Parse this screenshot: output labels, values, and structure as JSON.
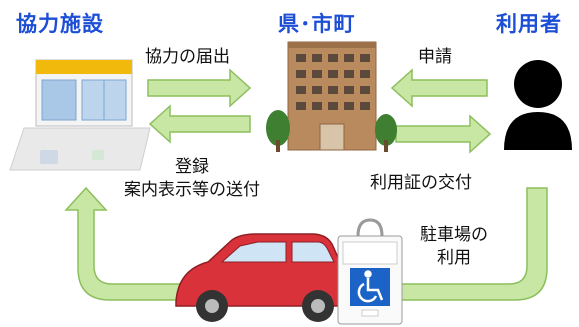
{
  "nodes": {
    "facility": "協力施設",
    "city": "県･市町",
    "user": "利用者"
  },
  "flows": {
    "cooperation_notice": "協力の届出",
    "application": "申請",
    "registration_line1": "登録",
    "registration_line2": "案内表示等の送付",
    "card_issue": "利用証の交付",
    "parking_line1": "駐車場の",
    "parking_line2": "利用"
  },
  "colors": {
    "title": "#1d4fd6",
    "arrow_fill": "#c8e6a4",
    "arrow_stroke": "#8cbf5c",
    "car": "#d9323a",
    "card_blue": "#1b63c6"
  }
}
